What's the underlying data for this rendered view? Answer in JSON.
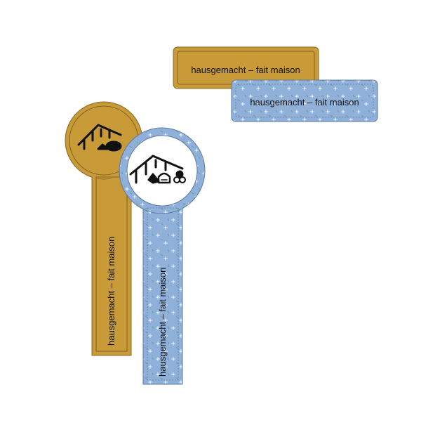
{
  "labels": {
    "gold_rect_text": "hausgemacht – fait maison",
    "blue_rect_text": "hausgemacht – fait maison",
    "gold_tag_text": "hausgemacht – fait maison",
    "blue_tag_text": "hausgemacht – fait maison"
  },
  "icons": {
    "gold_tag_logo": "house-oven-bread-icon",
    "blue_tag_logo": "house-oven-bread-icon"
  },
  "colors": {
    "gold": "#c89a38",
    "gold_border": "#8a6a22",
    "blue": "#8fb0d8",
    "blue_border": "#5a7aa6",
    "white": "#ffffff",
    "ink": "#111111"
  }
}
